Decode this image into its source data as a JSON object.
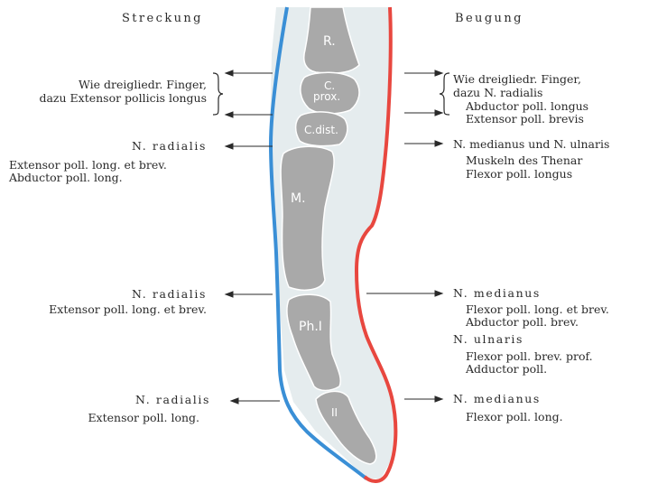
{
  "headings": {
    "left": "Streckung",
    "right": "Beugung"
  },
  "left_labels": {
    "l1": "Wie dreigliedr. Finger,",
    "l2": "dazu Extensor pollicis longus",
    "l3": "N. radialis",
    "l4": "Extensor poll. long. et brev.",
    "l5": "Abductor poll. long.",
    "l6": "N. radialis",
    "l7": "Extensor poll. long. et brev.",
    "l8": "N. radialis",
    "l9": "Extensor poll. long."
  },
  "right_labels": {
    "r1": "Wie dreigliedr. Finger,",
    "r2": "dazu N. radialis",
    "r3": "Abductor poll. longus",
    "r4": "Extensor poll. brevis",
    "r5": "N. medianus und N. ulnaris",
    "r6": "Muskeln des Thenar",
    "r7": "Flexor poll. longus",
    "r8": "N. medianus",
    "r9": "Flexor poll. long. et brev.",
    "r10": "Abductor poll. brev.",
    "r11": "N. ulnaris",
    "r12": "Flexor poll. brev. prof.",
    "r13": "Adductor poll.",
    "r14": "N. medianus",
    "r15": "Flexor poll. long."
  },
  "bones": {
    "radius": "R.",
    "c_prox_1": "C.",
    "c_prox_2": "prox.",
    "c_dist": "C.dist.",
    "metacarpal": "M.",
    "phalanx_1": "Ph.I",
    "phalanx_2": "II"
  },
  "colors": {
    "extensor_side": "#3a8fd6",
    "flexor_side": "#e8473f",
    "bone_fill": "#a9a9a9",
    "skin_fill": "#e5ecee"
  }
}
